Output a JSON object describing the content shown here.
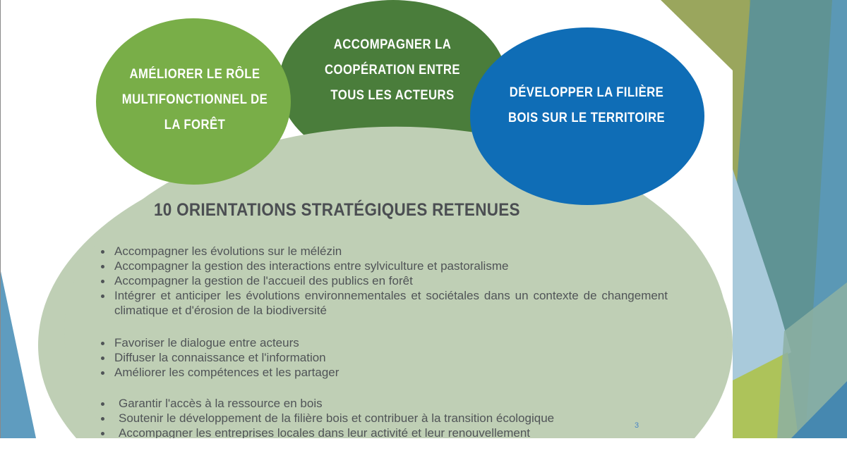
{
  "colors": {
    "light_green": "#79ae48",
    "dark_green": "#4a7d3b",
    "blue": "#0f6db6",
    "pale_green": "#bfcfb5",
    "text_gray": "#505457"
  },
  "bubbles": [
    {
      "text": "AMÉLIORER LE RÔLE MULTIFONCTIONNEL DE LA FORÊT"
    },
    {
      "text": "ACCOMPAGNER LA COOPÉRATION ENTRE TOUS LES ACTEURS"
    },
    {
      "text": "DÉVELOPPER LA FILIÈRE BOIS SUR LE TERRITOIRE"
    }
  ],
  "heading": "10 ORIENTATIONS STRATÉGIQUES RETENUES",
  "groups": [
    [
      "Accompagner les évolutions sur le mélézin",
      "Accompagner la gestion des interactions entre sylviculture et pastoralisme",
      "Accompagner la gestion de l'accueil des publics en forêt",
      "Intégrer et anticiper les évolutions environnementales et sociétales dans un contexte de changement climatique et d'érosion de la biodiversité"
    ],
    [
      "Favoriser le dialogue entre acteurs",
      "Diffuser la connaissance et l'information",
      "Améliorer les compétences et les partager"
    ],
    [
      "Garantir l'accès à la ressource en bois",
      "Soutenir le développement de la filière bois et contribuer à la transition écologique",
      "Accompagner les entreprises locales dans leur activité et leur renouvellement"
    ]
  ],
  "page_number": "3"
}
